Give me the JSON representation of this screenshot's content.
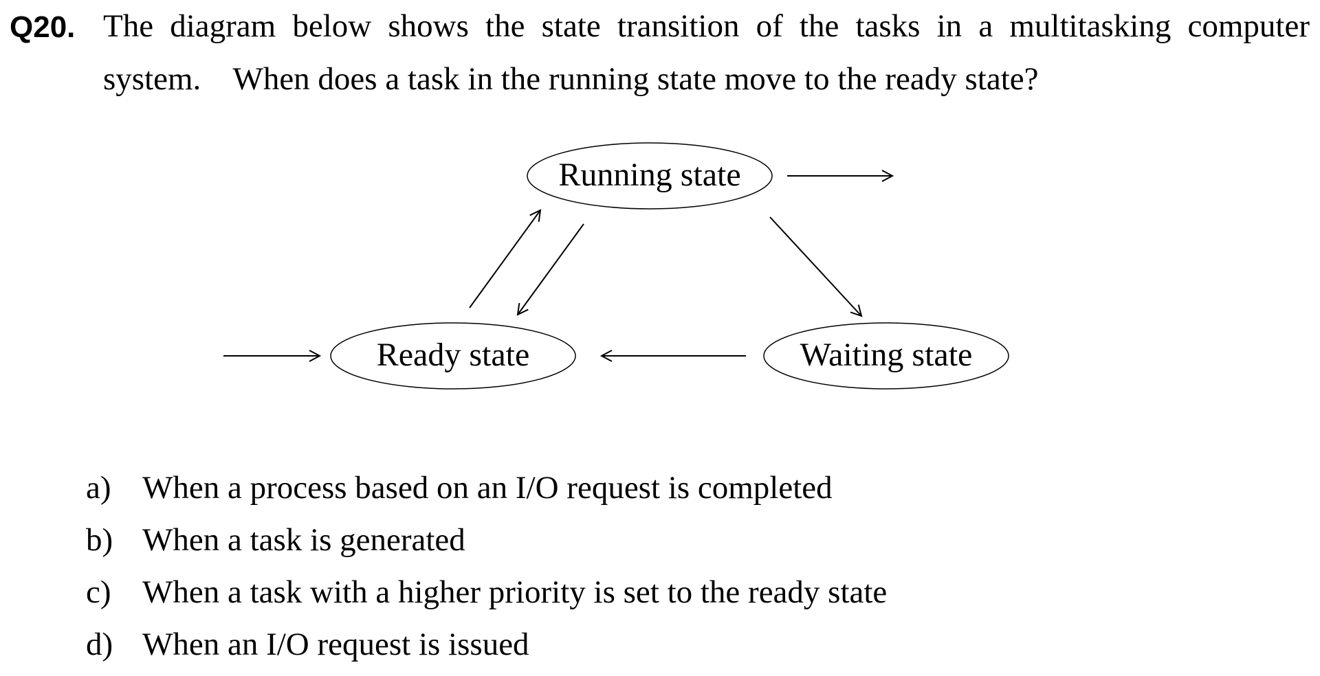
{
  "question": {
    "number": "Q20.",
    "line1": "The diagram below shows the state transition of the tasks in a multitasking computer",
    "line2": "system.    When does a task in the running state move to the ready state?"
  },
  "diagram": {
    "states": {
      "running": "Running state",
      "ready": "Ready state",
      "waiting": "Waiting state"
    }
  },
  "options": [
    {
      "letter": "a)",
      "text": "When a process based on an I/O request is completed"
    },
    {
      "letter": "b)",
      "text": "When a task is generated"
    },
    {
      "letter": "c)",
      "text": "When a task with a higher priority is set to the ready state"
    },
    {
      "letter": "d)",
      "text": "When an I/O request is issued"
    }
  ]
}
